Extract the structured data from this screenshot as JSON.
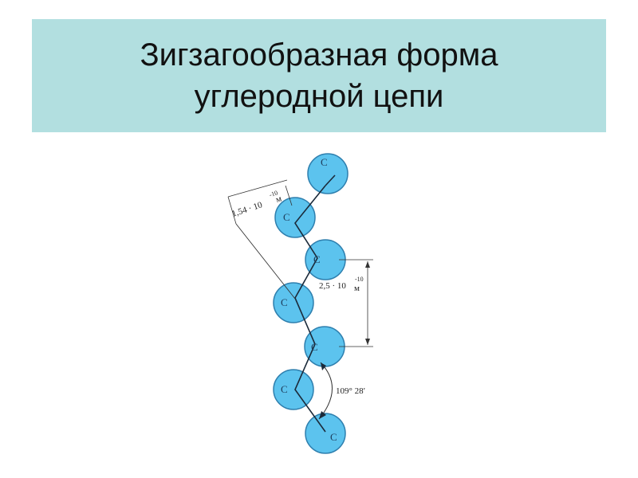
{
  "slide": {
    "title_line1": "Зигзагообразная форма",
    "title_line2": "углеродной цепи"
  },
  "diagram": {
    "atom_label": "C",
    "bond_length": {
      "mantissa": "1,54 · 10",
      "exponent": "-10",
      "unit": "м"
    },
    "period_length": {
      "mantissa": "2,5 · 10",
      "exponent": "-10",
      "unit": "м"
    },
    "bond_angle": "109° 28′",
    "colors": {
      "atom_fill": "#5cc3ee",
      "atom_stroke": "#2e7fae",
      "bond": "#1b2a3a",
      "title_band": "#b2dfe0"
    }
  }
}
